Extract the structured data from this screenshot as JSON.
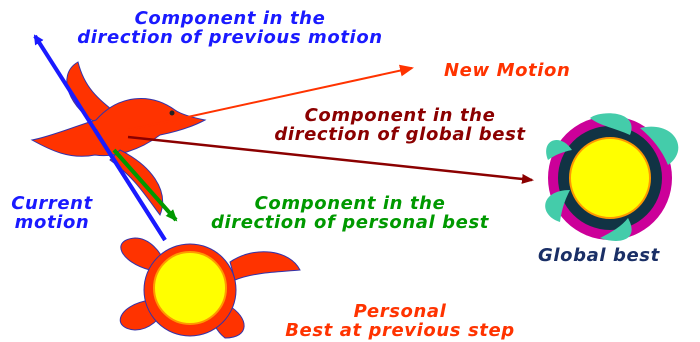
{
  "labels": {
    "previous_motion": {
      "line1": "Component in the",
      "line2": "direction of previous motion"
    },
    "new_motion": "New Motion",
    "global_component": {
      "line1": "Component in the",
      "line2": "direction of global best"
    },
    "current_motion": {
      "line1": "Current",
      "line2": "motion"
    },
    "personal_component": {
      "line1": "Component in the",
      "line2": "direction of personal best"
    },
    "global_best": "Global best",
    "personal_best": {
      "line1": "Personal",
      "line2": "Best at previous step"
    }
  },
  "colors": {
    "previous_motion": "#1a1aff",
    "new_motion": "#ff3300",
    "global_component": "#8b0000",
    "personal_component": "#009900",
    "current_motion": "#1a1aff",
    "global_best_label": "#1a2f66",
    "personal_best_label": "#ff3300",
    "bird_fill": "#ff3300",
    "bird_outline": "#3333aa",
    "sun_yellow": "#ffff00",
    "sun_orange": "#ff9900",
    "global_ring": "#cc0099",
    "global_ring_inner": "#113344",
    "global_leaf": "#44ccaa"
  },
  "icons": {
    "particle": "bird-icon",
    "personal_best": "sun-bird-icon",
    "global_best": "sun-wreath-icon"
  }
}
